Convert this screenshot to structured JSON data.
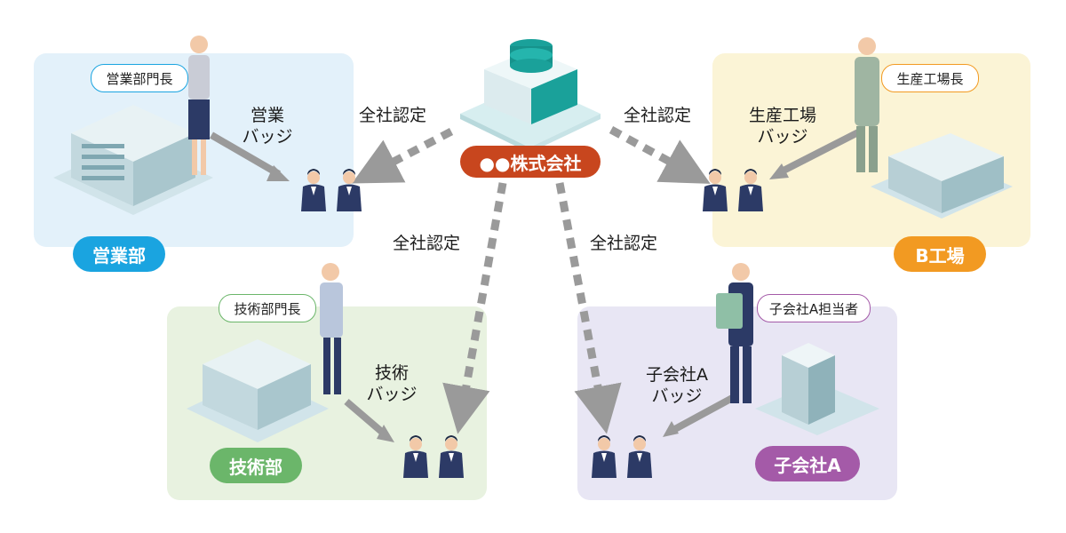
{
  "company": {
    "label": "●●株式会社",
    "color": "#c8461e"
  },
  "certification": {
    "top_left": "全社認定",
    "top_right": "全社認定",
    "middle_left": "全社認定",
    "middle_right": "全社認定"
  },
  "panels": {
    "sales": {
      "name": "営業部",
      "manager": "営業部門長",
      "badge_line1": "営業",
      "badge_line2": "バッジ",
      "bg": "#e3f1fa",
      "accent": "#1aa4e0"
    },
    "tech": {
      "name": "技術部",
      "manager": "技術部門長",
      "badge_line1": "技術",
      "badge_line2": "バッジ",
      "bg": "#e8f2e0",
      "accent": "#6bb66a"
    },
    "factory": {
      "name": "B工場",
      "manager": "生産工場長",
      "badge_line1": "生産工場",
      "badge_line2": "バッジ",
      "bg": "#fbf4d6",
      "accent": "#f29a22"
    },
    "subsidiary": {
      "name": "子会社A",
      "manager": "子会社A担当者",
      "badge_line1": "子会社A",
      "badge_line2": "バッジ",
      "bg": "#e8e6f4",
      "accent": "#a45aa8"
    }
  }
}
